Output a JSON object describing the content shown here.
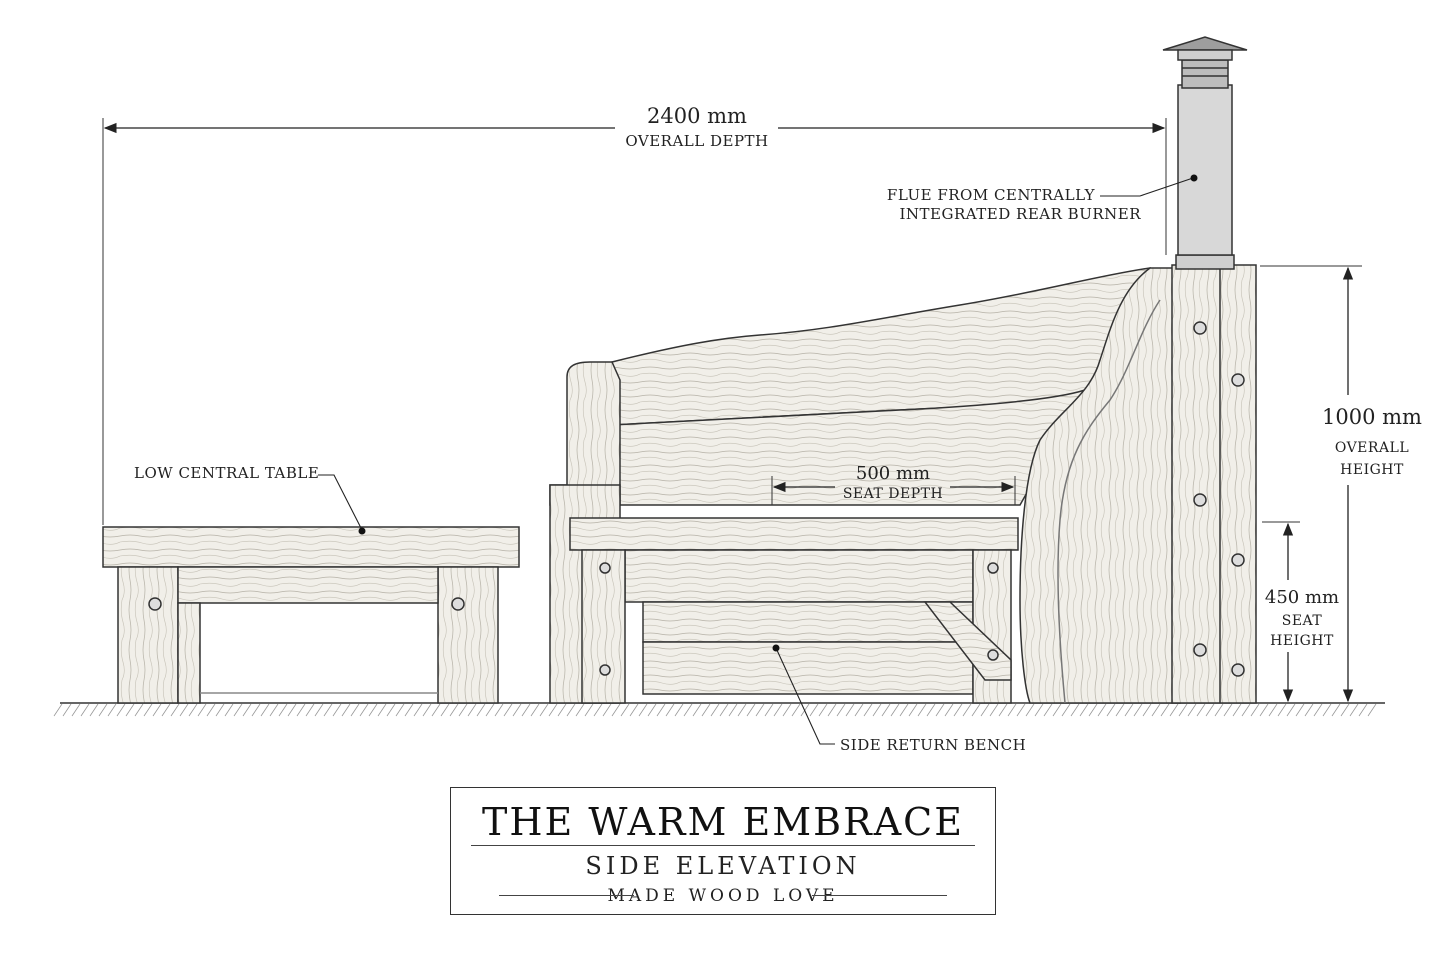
{
  "dimensions": {
    "overall_depth": {
      "value": "2400 mm",
      "caption": "OVERALL DEPTH"
    },
    "overall_height": {
      "value": "1000 mm",
      "caption_line1": "OVERALL",
      "caption_line2": "HEIGHT"
    },
    "seat_depth": {
      "value": "500 mm",
      "caption": "SEAT DEPTH"
    },
    "seat_height": {
      "value": "450 mm",
      "caption_line1": "SEAT",
      "caption_line2": "HEIGHT"
    }
  },
  "callouts": {
    "flue_line1": "FLUE FROM CENTRALLY",
    "flue_line2": "INTEGRATED REAR BURNER",
    "table": "LOW CENTRAL TABLE",
    "bench": "SIDE RETURN BENCH"
  },
  "title_block": {
    "title": "THE WARM EMBRACE",
    "subtitle": "SIDE ELEVATION",
    "maker": "MADE WOOD LOVE"
  }
}
